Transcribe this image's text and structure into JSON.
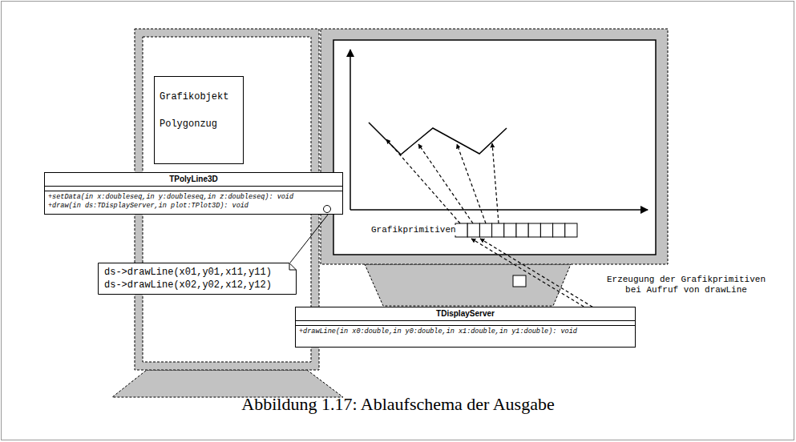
{
  "diagram": {
    "caption": "Abbildung 1.17: Ablaufschema der Ausgabe",
    "nodes": [
      {
        "text": [
          "Grafikobjekt Polygonzug"
        ]
      },
      {
        "text": [
          "TPolyLine3D",
          "+setData(in x:doubleseq,in y:doubleseq,in z:doubleseq): void",
          "+draw(in ds:TDisplayServer,in plot:TPlot3D): void"
        ]
      },
      {
        "text": [
          "ds->drawLine(x01,y01,x11,y11) ds->drawLine(x02,y02,x12,y12)"
        ]
      },
      {
        "text": [
          "TDisplayServer",
          "+drawLine(in x0:double,in y0:double,in x1:double,in y1:double): void"
        ]
      }
    ],
    "edges": [
      {
        "from": 2,
        "to": 1,
        "arrow": "none"
      }
    ],
    "labels": [
      "Grafikprimitiven",
      "Erzeugung der Grafikprimitiven bei Aufruf von drawLine"
    ]
  }
}
